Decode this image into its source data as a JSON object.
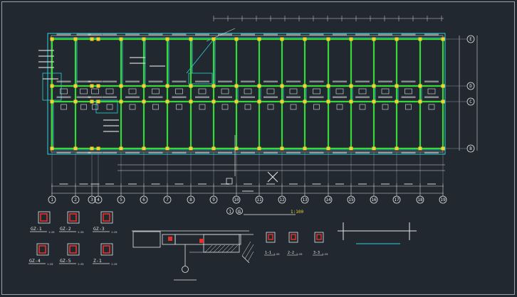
{
  "drawing": {
    "axis_bubbles": [
      "1",
      "2",
      "3",
      "4",
      "5",
      "6",
      "7",
      "8",
      "9",
      "10",
      "11",
      "12",
      "13",
      "14",
      "15",
      "16",
      "17",
      "18",
      "19"
    ],
    "row_bubbles": [
      "E",
      "D",
      "C",
      "B"
    ],
    "plan_title_number": "1",
    "plan_title_text": "结",
    "plan_scale": "1:100",
    "column_details": [
      {
        "label": "GZ-1",
        "scale": "1:25"
      },
      {
        "label": "GZ-2",
        "scale": "1:25"
      },
      {
        "label": "GZ-3",
        "scale": "1:25"
      },
      {
        "label": "GZ-4",
        "scale": "1:25"
      },
      {
        "label": "GZ-5",
        "scale": "1:25"
      },
      {
        "label": "Z-1",
        "scale": "1:25"
      }
    ],
    "section_details": [
      {
        "label": "1-1",
        "scale": "1:25"
      },
      {
        "label": "2-2",
        "scale": "1:25"
      },
      {
        "label": "3-3",
        "scale": "1:25"
      }
    ],
    "colors": {
      "background": "#212830",
      "beam_green": "#39d839",
      "wall_cyan": "#2fd0d8",
      "line_white": "#e6e6e6",
      "column_yellow": "#f2d22e",
      "accent_red": "#e8302a"
    }
  }
}
